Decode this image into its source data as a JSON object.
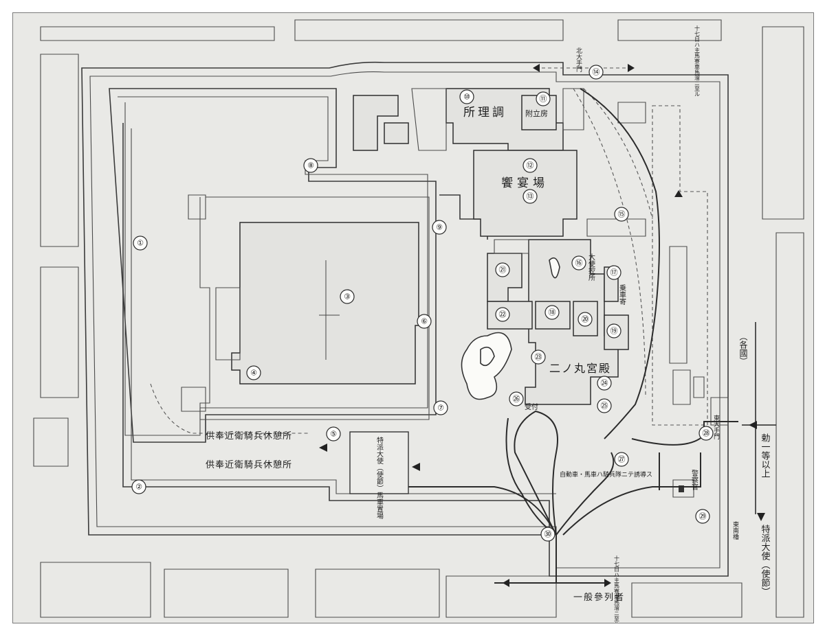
{
  "markers": [
    "①",
    "②",
    "③",
    "④",
    "⑤",
    "⑥",
    "⑦",
    "⑧",
    "⑨",
    "⑩",
    "⑪",
    "⑫",
    "⑬",
    "⑭",
    "⑮",
    "⑯",
    "⑰",
    "⑱",
    "⑲",
    "⑳",
    "㉑",
    "㉒",
    "㉓",
    "㉔",
    "㉕",
    "㉖",
    "㉗",
    "㉘",
    "㉙",
    "㉚"
  ],
  "labels": {
    "chousajo": "所理調",
    "fuzokusho": "附立房",
    "kyouenjo": "饗宴場",
    "ninomaru": "二ノ丸宮殿",
    "kitaote": "北大手門",
    "higashiote": "東大手門",
    "higashiminami": "東南櫓",
    "kyoushikan": "警察官",
    "kinenkyuu_1": "供奉近衛騎兵休憩所",
    "kinenkyuu_2": "供奉近衛騎兵休憩所",
    "tokuha_parking": "特派大使（使節）馬車置場",
    "jousha": "乗車寄",
    "taishi_hikae": "大使控所",
    "tokuha_right": "特派大使（使節）",
    "ittou": "勅一等以上",
    "ippan": "一般參列者",
    "kakkoku": "（各國）",
    "juushichi_top": "十七日ハ主馬寮車馬溜ニ至ル",
    "juushichi_bottom": "十七日ハ主馬寮車馬溜ニ至ル",
    "ukeuke": "受付",
    "shidaijou": "自動車・馬車ハ騎兵隊ニテ誘導ス"
  }
}
